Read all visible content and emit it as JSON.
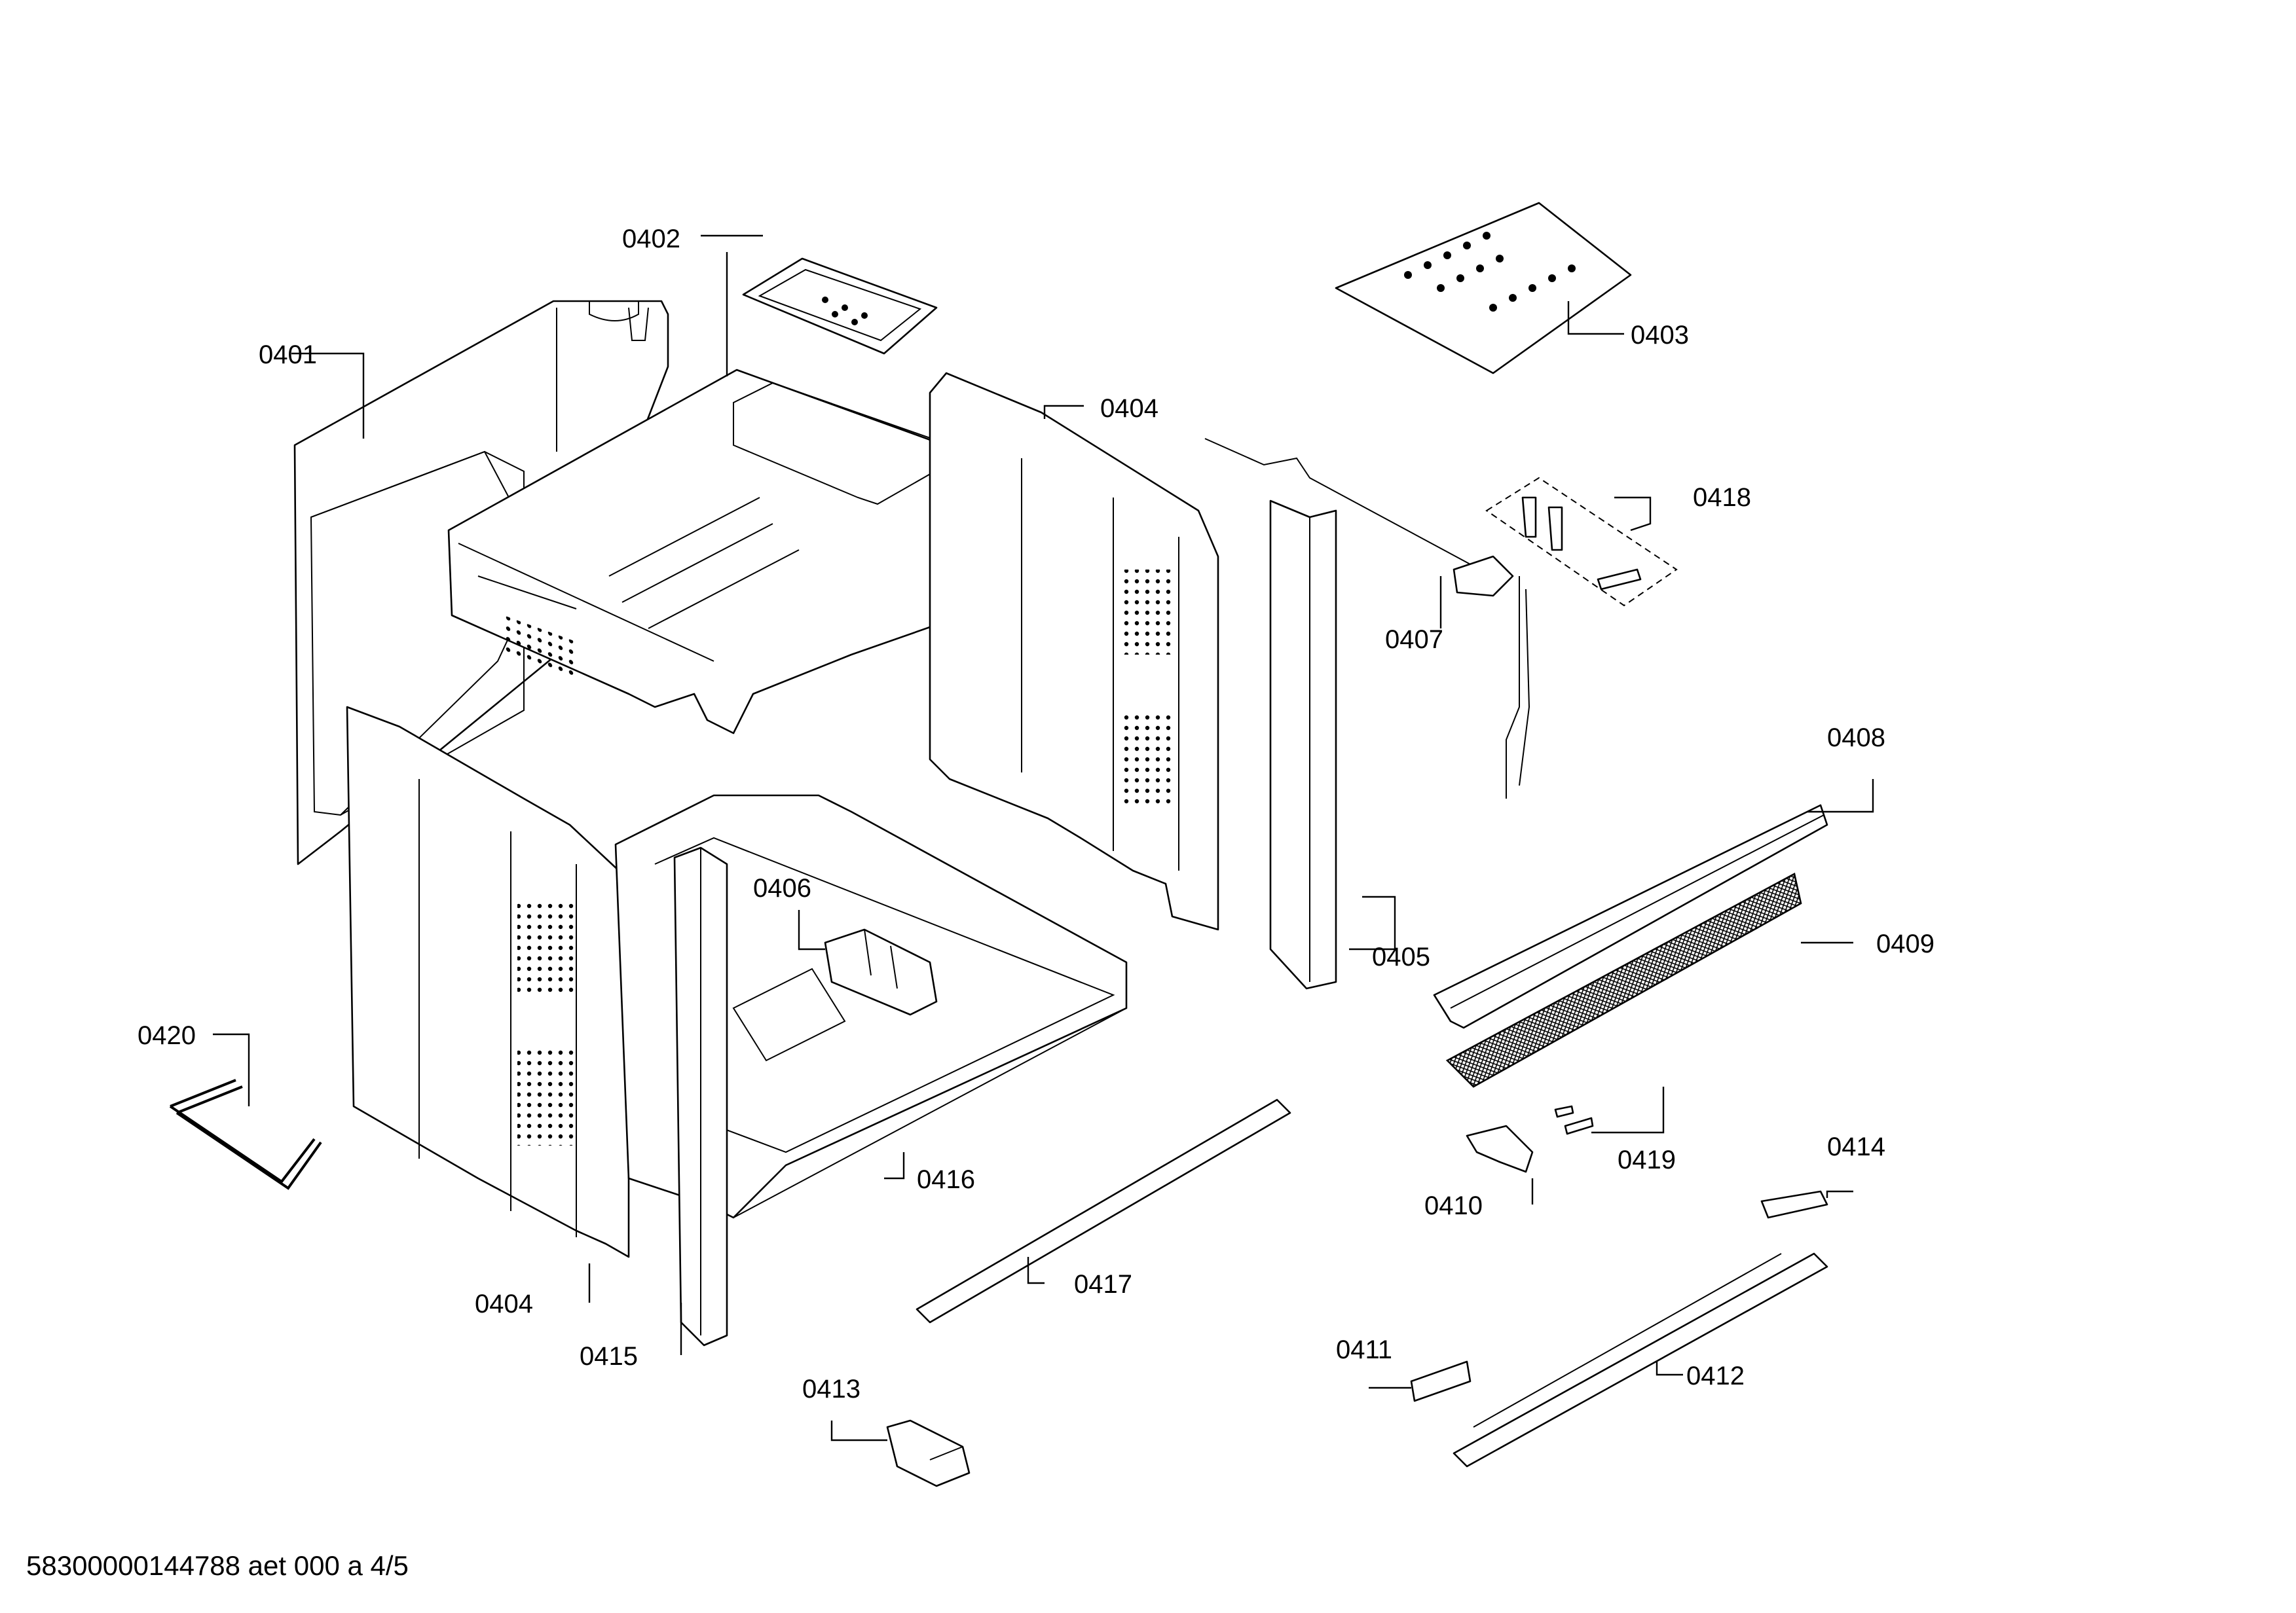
{
  "diagram": {
    "callouts": {
      "p0401": "0401",
      "p0402": "0402",
      "p0403": "0403",
      "p0404a": "0404",
      "p0404b": "0404",
      "p0405": "0405",
      "p0406": "0406",
      "p0407": "0407",
      "p0408": "0408",
      "p0409": "0409",
      "p0410": "0410",
      "p0411": "0411",
      "p0412": "0412",
      "p0413": "0413",
      "p0414": "0414",
      "p0415": "0415",
      "p0416": "0416",
      "p0417": "0417",
      "p0418": "0418",
      "p0419": "0419",
      "p0420": "0420"
    }
  },
  "footer": {
    "document_id": "58300000144788 aet 000 a 4/5"
  }
}
